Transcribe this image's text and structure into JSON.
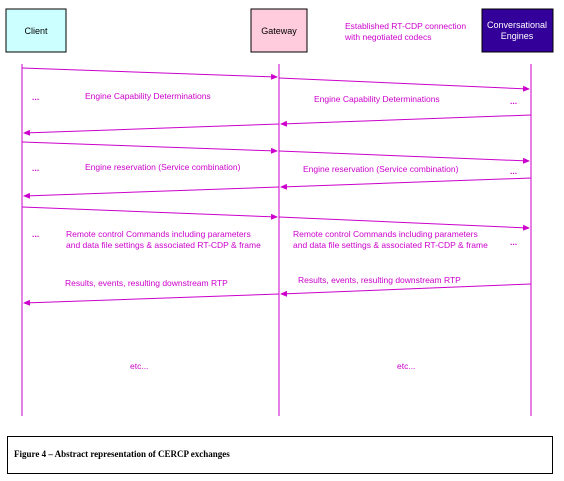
{
  "colors": {
    "lifeline": "#cc00cc",
    "label": "#cc00cc",
    "client_box": "#ccffff",
    "gateway_box": "#ffccdd",
    "engines_box": "#330099",
    "engines_text": "#ffffff"
  },
  "actors": {
    "client": "Client",
    "gateway": "Gateway",
    "engines_line1": "Conversational",
    "engines_line2": "Engines"
  },
  "top_note": {
    "line1": "Established RT-CDP connection",
    "line2": "with negotiated codecs"
  },
  "messages": {
    "capability_left": "Engine  Capability Determinations",
    "capability_right": "Engine  Capability Determinations",
    "reservation_left": "Engine reservation (Service combination)",
    "reservation_right": "Engine reservation (Service combination)",
    "remote_left_line1": "Remote control Commands including parameters",
    "remote_left_line2": "and data file settings &  associated RT-CDP & frame",
    "remote_right_line1": "Remote control Commands including parameters",
    "remote_right_line2": "and data file settings &  associated RT-CDP & frame",
    "results_left": "Results, events, resulting downstream RTP",
    "results_right": "Results, events, resulting downstream RTP",
    "etc_left": "etc...",
    "etc_right": "etc...",
    "ellipsis": "..."
  },
  "caption": "Figure 4 – Abstract representation of  CERCP exchanges"
}
